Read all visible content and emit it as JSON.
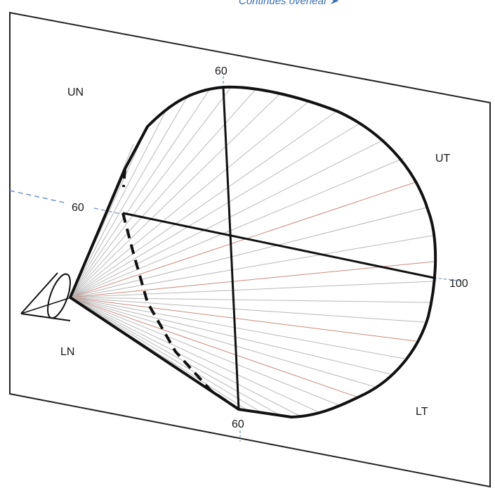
{
  "header": {
    "note": "Continues overleaf ➤"
  },
  "quadrants": {
    "upper_nasal": "UN",
    "upper_temporal": "UT",
    "lower_nasal": "LN",
    "lower_temporal": "LT"
  },
  "extent_labels": {
    "superior": "60",
    "nasal": "60",
    "temporal": "100",
    "inferior": "60"
  },
  "colors": {
    "line": "#111111",
    "ray": "#b8b8b8",
    "ray_accent": "#c98a80",
    "guide": "#6f8fbf"
  },
  "icons": {
    "viewer": "eye-icon"
  }
}
